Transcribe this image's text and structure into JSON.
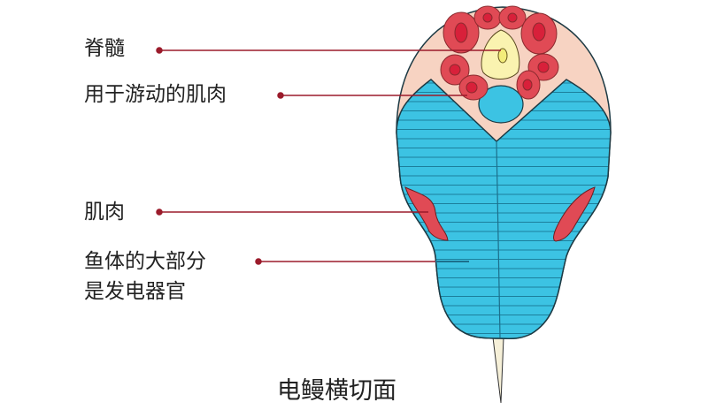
{
  "labels": {
    "spinal_cord": "脊髓",
    "swimming_muscle": "用于游动的肌肉",
    "muscle": "肌肉",
    "organ_line1": "鱼体的大部分",
    "organ_line2": "是发电器官"
  },
  "title": "电鳗横切面",
  "colors": {
    "electric_organ": "#3cc3e3",
    "skin": "#f7d3c2",
    "muscle": "#e04a55",
    "spinal": "#faf3b0",
    "leader": "#9b1b2b"
  }
}
